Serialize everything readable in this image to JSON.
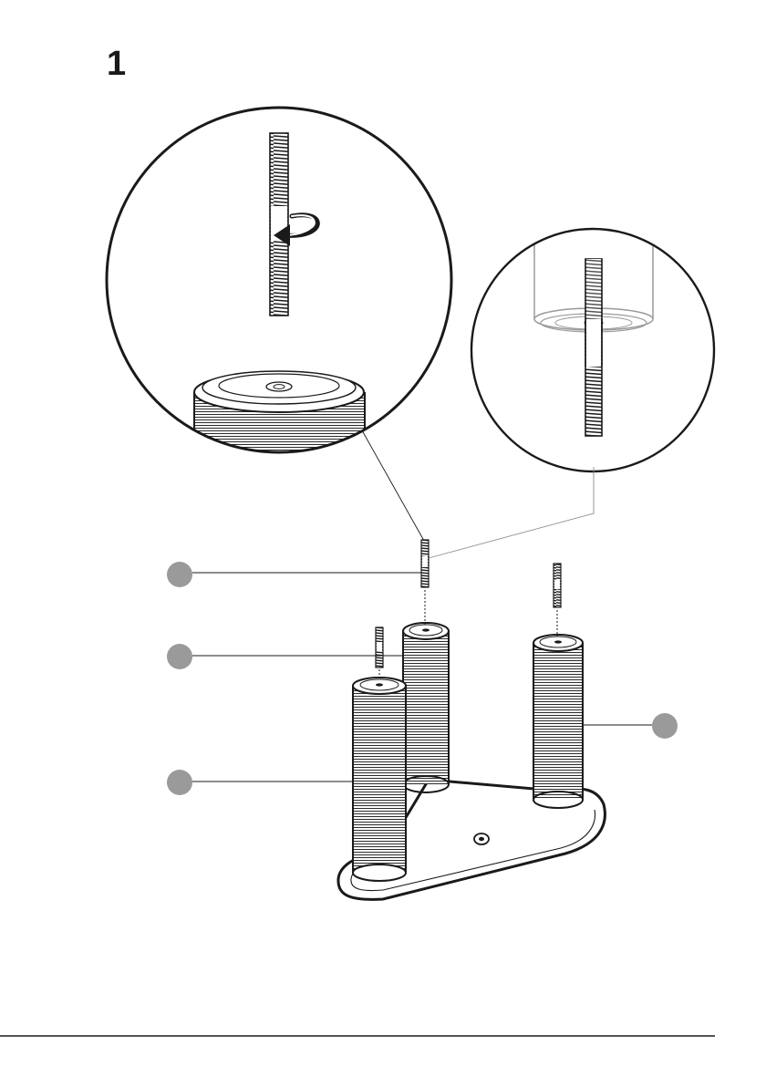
{
  "step": {
    "number": "1"
  },
  "colors": {
    "ink": "#1a1a1a",
    "line_gray": "#8c8c8c",
    "callout_gray": "#9a9a9a",
    "background": "#ffffff"
  },
  "callouts": [
    {
      "id": "rod-callout"
    },
    {
      "id": "rod-short-callout"
    },
    {
      "id": "front-column-callout"
    },
    {
      "id": "right-column-callout"
    }
  ],
  "icons": {
    "rotate": "rotate-arrow-icon"
  }
}
